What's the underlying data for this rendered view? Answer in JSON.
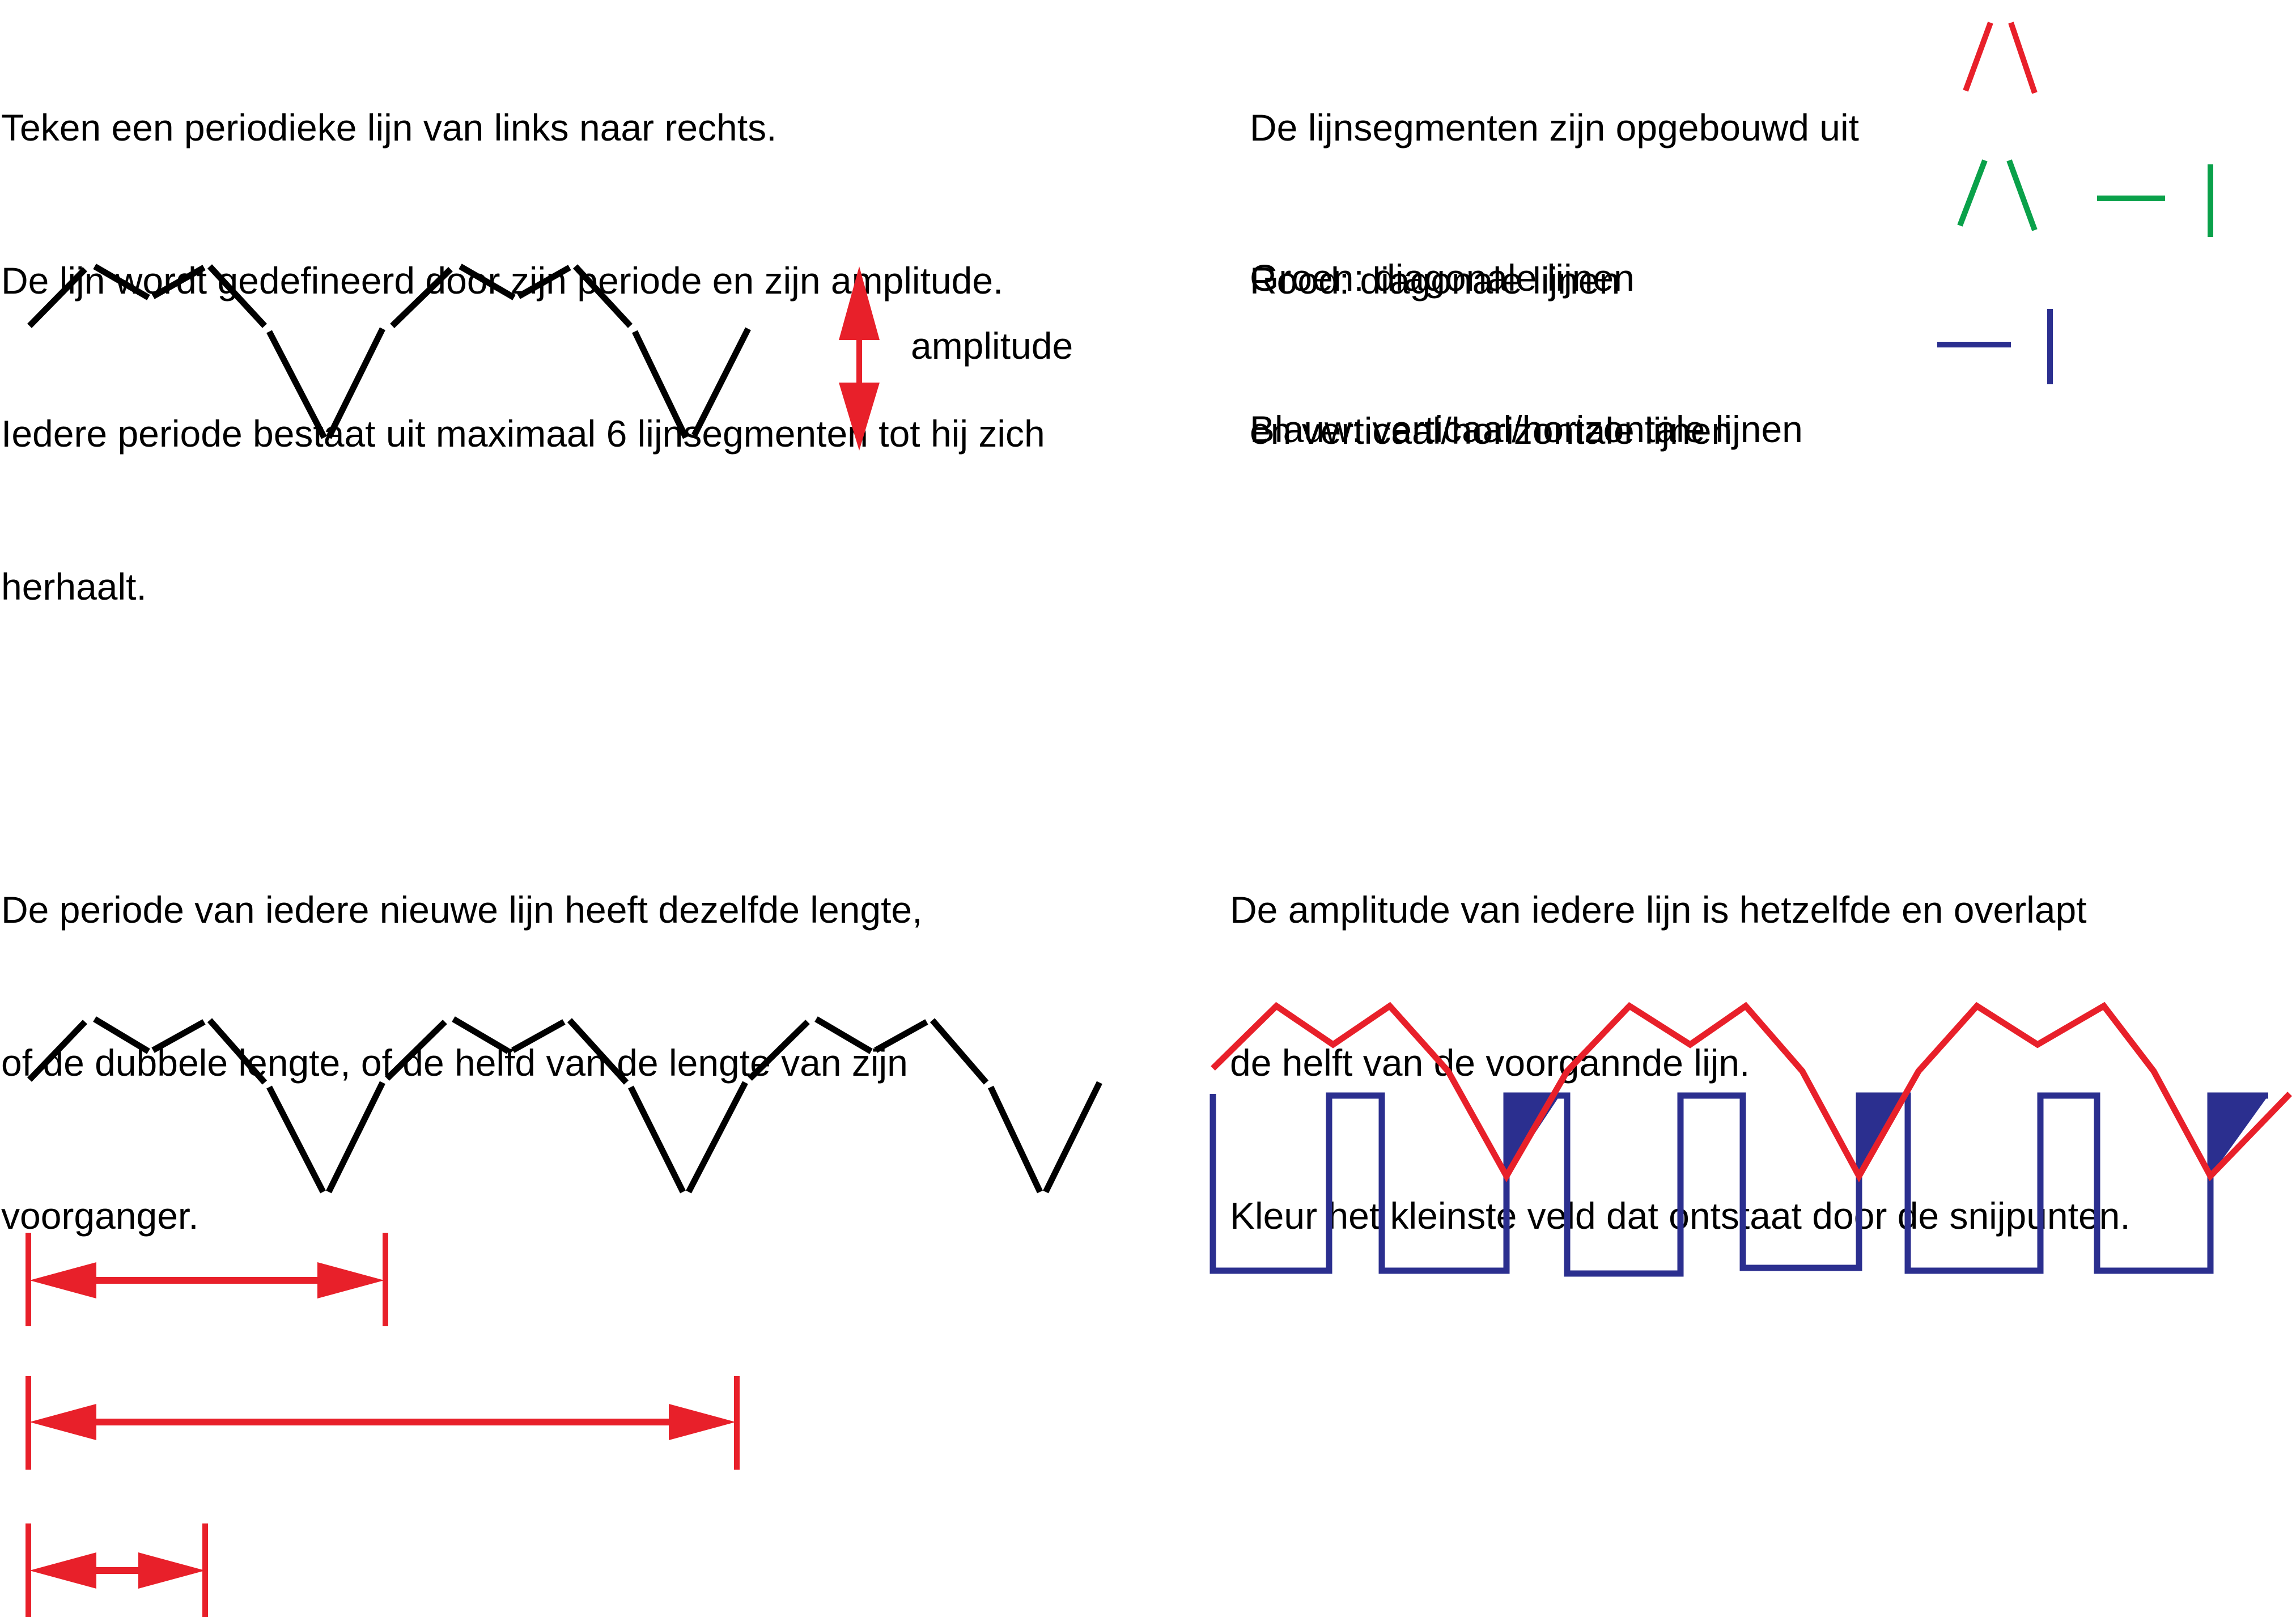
{
  "intro": {
    "lines": [
      "Teken een periodieke lijn van links naar rechts.",
      "De lijn wordt gedefineerd door zijn periode en zijn amplitude.",
      "Iedere periode bestaat uit maximaal 6 lijnsegmenten tot hij zich",
      "herhaalt."
    ]
  },
  "amplitude_label": "amplitude",
  "legend": {
    "heading": "De lijnsegmenten zijn opgebouwd uit",
    "red": "Rood: diagonale lijnen",
    "green_line1": "Groen: diagonale lijnen",
    "green_line2": "en verticaal/horizontale lijnen",
    "blue": "Blauw: verticaal/horizontale lijnen"
  },
  "period_rule": {
    "lines": [
      "De periode van iedere nieuwe lijn heeft dezelfde lengte,",
      "of de dubbele lengte, of de helfd van de lengte van zijn",
      "voorganger."
    ]
  },
  "overlap_rule": {
    "lines": [
      "De amplitude van iedere lijn is hetzelfde en overlapt",
      "de helft van de voorgannde lijn.",
      "Kleur het kleinste veld dat ontstaat door de snijpunten."
    ]
  },
  "colors": {
    "ink": "#000000",
    "red": "#e8202a",
    "green": "#0aa14a",
    "blue": "#2b2f8f"
  },
  "icons": {
    "amplitude_arrow": "double-headed-vertical-arrow",
    "period_arrows": "double-headed-horizontal-arrow"
  }
}
